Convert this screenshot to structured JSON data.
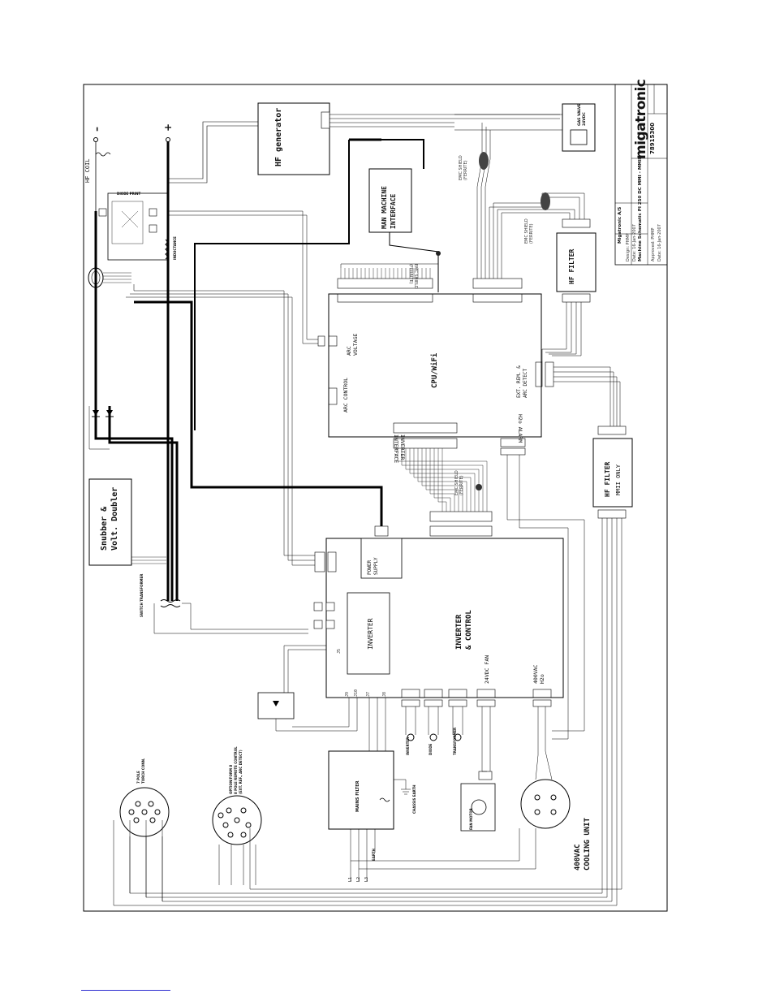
{
  "title_block": {
    "company": "Migatronic A/S",
    "logo_text": "migatronic",
    "document_title": "Machine Schematic PI 250 DC MMI - MMII",
    "document_number": "78915300",
    "drawn_by": "Design: PHMP",
    "approved_by": "Approved: PHMP",
    "date_1": "Date: 16-Jan-2007",
    "date_2": "Date: 16-Jan-2007"
  },
  "blocks": {
    "hf_generator": "HF generator",
    "mmi": "MAN MACHINE\nINTERFACE",
    "cpu": "CPU/WiFi",
    "hf_filter_1": "HF FILTER",
    "hf_filter_2": "HF FILTER",
    "hf_filter_2_sub": "MMII ONLY",
    "snubber": "Snubber &\nVolt. Doubler",
    "inverter_control": "INVERTER\n& CONTROL",
    "inverter": "INVERTER",
    "power_supply": "POWER\nSUPPLY",
    "mains_filter": "MAINS FILTER",
    "gas_valve": "GAS VALVE\n24VDC",
    "diode_print": "DIODE PRINT",
    "inductance": "INDUCTANCE",
    "switch_transformer": "SWITCH TRANSFORMER",
    "fan_motor": "FAN MOTOR",
    "cooling_unit": "400VAC\nCOOLING UNIT"
  },
  "labels": {
    "hf_coil": "HF COIL",
    "minus": "–",
    "plus": "+",
    "arc_voltage": "ARC\nVOLTAGE",
    "arc_control": "ARC CONTROL",
    "inverter_interface": "INVERTER\nINTERFACE",
    "h2o_alarm": "H2o ALARM",
    "ext_rem_arc": "EXT. REM. &\nARC DETECT",
    "v24_fan": "24VDC FAN",
    "vac_h2o": "400VAC\nH2o",
    "emc_shield_1": "EMC SHIELD\n(FERRITE)",
    "emc_shield_2": "EMC SHIELD\n(FERRITE)",
    "emc_shield_3": "EMC SHIELD\n(FERRITE)",
    "emc_shield_4": "EMC SHIELD\n(FERRITE)",
    "inverter_sensor": "INVERTER",
    "diode_sensor": "DIODE",
    "transformer_sensor": "TRANSFORMER",
    "chassis_earth": "CHASSIS EARTH",
    "earth": "EARTH",
    "l1": "L1",
    "l2": "L2",
    "l3": "L3",
    "torch_conn": "7 POLE\nTORCH CONN.",
    "optional_conn": "OPTION/FORM 8\n8 POLE REMOTE CONTROL\n(EXT. REF., ARC DETECT)",
    "j_inv": "J5",
    "j9": "J9",
    "j10": "J10",
    "j7": "J7",
    "j8": "J8"
  }
}
